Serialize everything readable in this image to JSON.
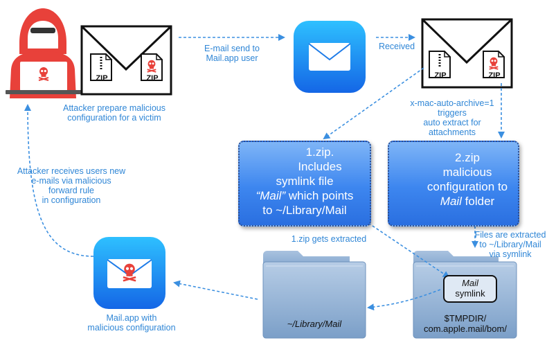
{
  "labels": {
    "email_send": [
      "E-mail send to",
      "Mail.app user"
    ],
    "received": "Received",
    "attacker_prepare": [
      "Attacker prepare malicious",
      "configuration for a victim"
    ],
    "trigger": [
      "x-mac-auto-archive=1",
      "triggers",
      "auto extract for",
      "attachments"
    ],
    "attacker_receives": [
      "Attacker receives users new",
      "e-mails via malicious",
      "forward rule",
      "in configuration"
    ],
    "zip_extracted": "1.zip gets extracted",
    "files_extracted": [
      "Files are extracted",
      "to ~/Library/Mail",
      "via symlink"
    ],
    "mailapp_malicious": [
      "Mail.app with",
      "malicious configuration"
    ]
  },
  "box1": {
    "line1": "1.zip.",
    "line2": "Includes",
    "line3": "symlink file",
    "line4_italic": "“Mail”",
    "line4_rest": " which points",
    "line5": "to ~/Library/Mail"
  },
  "box2": {
    "line1": "2.zip",
    "line2": "malicious",
    "line3": "configuration to",
    "line4_italic": "Mail",
    "line4_rest": " folder"
  },
  "folders": {
    "library_mail": "~/Library/Mail",
    "tmpdir": [
      "$TMPDIR/",
      "com.apple.mail/bom/"
    ],
    "symlink_name": "Mail",
    "symlink_word": "symlink"
  },
  "zip_label": "ZIP",
  "colors": {
    "accent_text": "#2f86d6",
    "arrow": "#3b8fe0",
    "attacker_red": "#e8413a",
    "box_blue": "#3d86ef"
  }
}
